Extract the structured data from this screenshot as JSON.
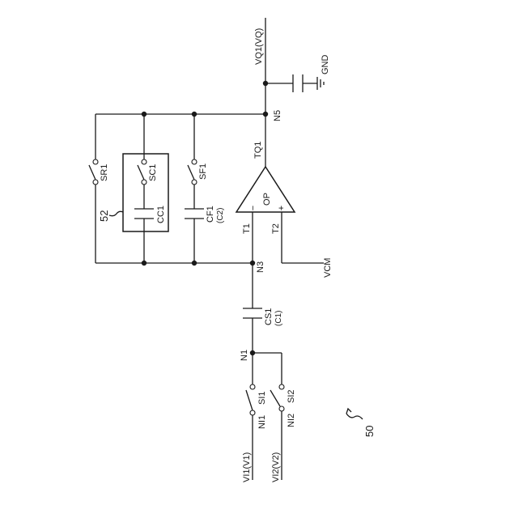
{
  "figure_number": "50",
  "block_label": "52",
  "inputs": {
    "vi1": "VI1(V1)",
    "vi2": "VI2(V2)",
    "ni1": "NI1",
    "ni2": "NI2"
  },
  "switches": {
    "si1": "SI1",
    "si2": "SI2",
    "sr1": "SR1",
    "sc1": "SC1",
    "sf1": "SF1"
  },
  "capacitors": {
    "cs1": "CS1",
    "cs1_alt": "(C1)",
    "cc1": "CC1",
    "cf1": "CF1",
    "cf1_alt": "(C2)"
  },
  "nodes": {
    "n1": "N1",
    "n3": "N3",
    "n5": "N5"
  },
  "opamp": {
    "name": "OP",
    "minus": "−",
    "plus": "+",
    "t1": "T1",
    "t2": "T2",
    "tq1": "TQ1"
  },
  "rails": {
    "vcm": "VCM",
    "gnd": "GND",
    "vq1": "VQ1(VQ)"
  }
}
